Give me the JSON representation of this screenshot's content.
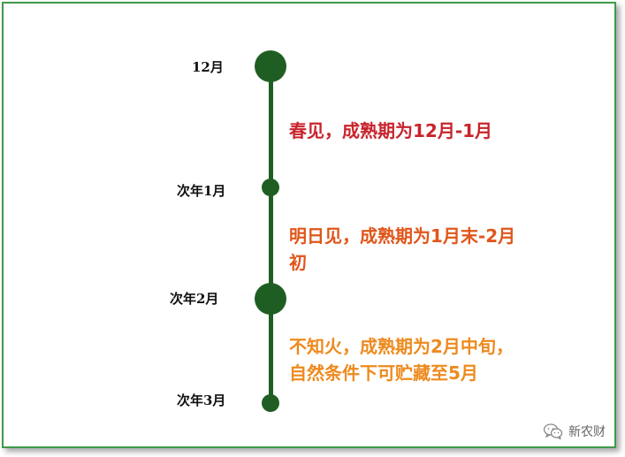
{
  "timeline": {
    "months": [
      "12月",
      "次年1月",
      "次年2月",
      "次年3月"
    ],
    "varieties": [
      {
        "lines": [
          "春见，成熟期为12月-1月"
        ],
        "color": "#c8242c"
      },
      {
        "lines": [
          "明日见，成熟期为1月末-2月",
          "初"
        ],
        "color": "#e0561a"
      },
      {
        "lines": [
          "不知火，成熟期为2月中旬，",
          "自然条件下可贮藏至5月"
        ],
        "color": "#ee8a1e"
      }
    ],
    "line_color": "#1f5e23",
    "frame_color": "#3f9a4a"
  },
  "watermark": {
    "text": "新农财",
    "icon": "wechat-icon"
  }
}
